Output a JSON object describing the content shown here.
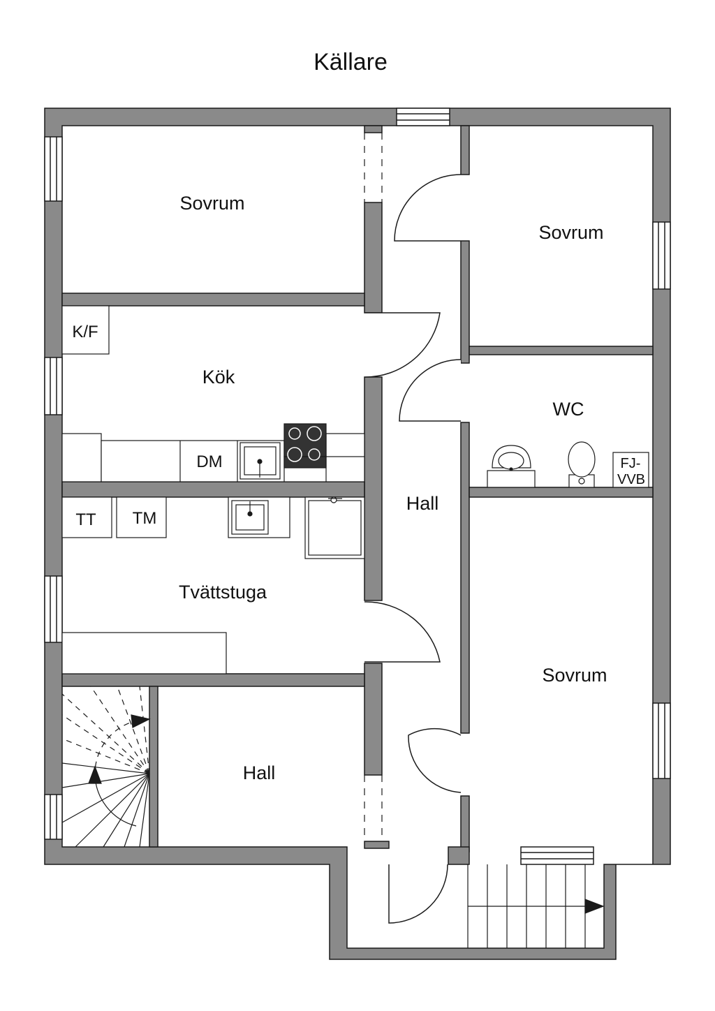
{
  "title": "Källare",
  "rooms": {
    "sovrum_1": "Sovrum",
    "sovrum_2": "Sovrum",
    "sovrum_3": "Sovrum",
    "kok": "Kök",
    "wc": "WC",
    "hall_corridor": "Hall",
    "hall_lower": "Hall",
    "tvattstuga": "Tvättstuga"
  },
  "fixtures": {
    "kf": "K/F",
    "dm": "DM",
    "tt": "TT",
    "tm": "TM",
    "fj_line1": "FJ-",
    "fj_line2": "VVB"
  },
  "colors": {
    "wall": "#8a8a8a",
    "line": "#1a1a1a",
    "background": "#ffffff"
  },
  "icons": [
    "stairs-icon",
    "stove-icon",
    "sink-icon",
    "toilet-icon",
    "washbasin-icon",
    "shower-icon",
    "arrow-icon",
    "window-icon"
  ]
}
